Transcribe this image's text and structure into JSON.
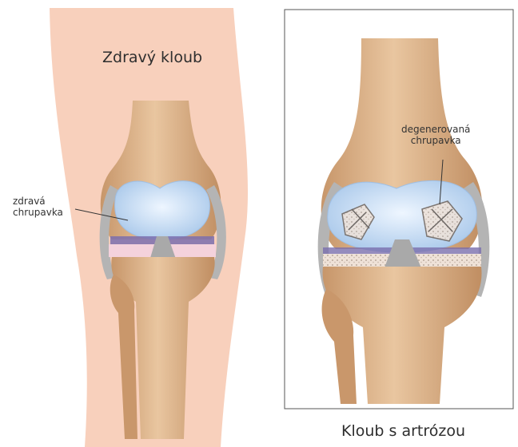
{
  "healthy": {
    "title": "Zdravý kloub",
    "cartilage_label": [
      "zdravá",
      "chrupavka"
    ]
  },
  "arthritic": {
    "caption": "Kloub s artrózou",
    "cartilage_label": [
      "degenerovaná",
      "chrupavka"
    ]
  },
  "colors": {
    "skin": "#f8d0bc",
    "bone": "#d9b088",
    "bone_shade": "#bf8f63",
    "cartilage": "#bcd6f2",
    "meniscus_gap": "#7b6fae",
    "ligament": "#b4b4b4",
    "frame": "#555555"
  }
}
